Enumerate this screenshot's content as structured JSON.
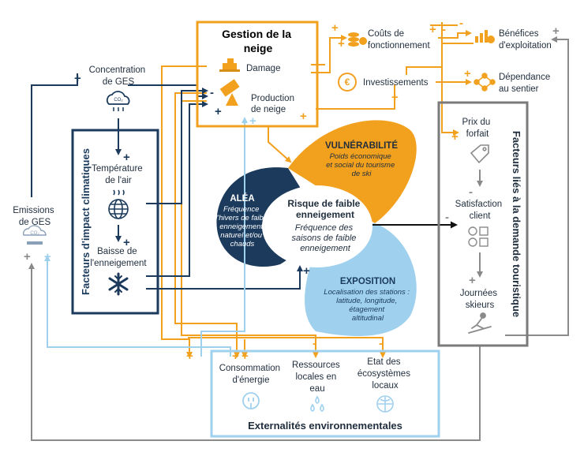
{
  "colors": {
    "orange": "#f2a11f",
    "navy": "#1b3a5c",
    "light_blue": "#9fd1ef",
    "grey": "#8a8a8a",
    "dark_grey": "#7a7a7a"
  },
  "snow_management": {
    "title": [
      "Gestion de la",
      "neige"
    ],
    "grooming": "Damage",
    "snowmaking": [
      "Production",
      "de neige"
    ]
  },
  "economics": {
    "operating_costs": [
      "Coûts de",
      "fonctionnement"
    ],
    "investments": "Investissements",
    "operating_profits": [
      "Bénéfices",
      "d'exploitation"
    ],
    "path_dependency": [
      "Dépendance",
      "au sentier"
    ]
  },
  "climate": {
    "ghg_concentration": [
      "Concentration",
      "de GES"
    ],
    "air_temperature": [
      "Température",
      "de l'air"
    ],
    "snow_decrease": [
      "Baisse de",
      "l'enneigement"
    ],
    "panel_title": "Facteurs d'impact climatiques",
    "ghg_emissions": [
      "Emissions",
      "de GES"
    ]
  },
  "risk": {
    "vulnerability_title": "VULNÉRABILITÉ",
    "vulnerability_desc": [
      "Poids économique",
      "et social du tourisme",
      "de ski"
    ],
    "hazard_title": "ALÉA",
    "hazard_desc": [
      "Fréquence",
      "d'hivers de faible",
      "enneigement",
      "naturel et/ou",
      "chauds"
    ],
    "center_title": [
      "Risque de faible",
      "enneigement"
    ],
    "center_desc": [
      "Fréquence des",
      "saisons de faible",
      "enneigement"
    ],
    "exposure_title": "EXPOSITION",
    "exposure_desc": [
      "Localisation des stations :",
      "latitude, longitude,",
      "étagement",
      "altitudinal"
    ]
  },
  "demand": {
    "panel_title": "Facteurs liés à la demande touristique",
    "ski_pass_price": [
      "Prix du",
      "forfait"
    ],
    "customer_satisfaction": [
      "Satisfaction",
      "client"
    ],
    "skier_days": [
      "Journées",
      "skieurs"
    ]
  },
  "externalities": {
    "energy": [
      "Consommation",
      "d'énergie"
    ],
    "local_resources": [
      "Ressources",
      "locales en",
      "eau"
    ],
    "ecosystems": [
      "Etat des",
      "écosystèmes",
      "locaux"
    ],
    "panel_title": "Externalités environnementales"
  },
  "signs": {
    "plus": "+",
    "minus": "-"
  },
  "icons": [
    "snow-groomer-icon",
    "snow-cannon-icon",
    "coins-icon",
    "euro-cycle-icon",
    "profit-chart-icon",
    "network-icon",
    "co2-cloud-icon",
    "temperature-globe-icon",
    "snowflake-icon",
    "co2-car-icon",
    "price-tag-icon",
    "satisfaction-survey-icon",
    "skier-icon",
    "energy-plug-icon",
    "water-drops-icon",
    "ecosystem-globe-icon"
  ]
}
